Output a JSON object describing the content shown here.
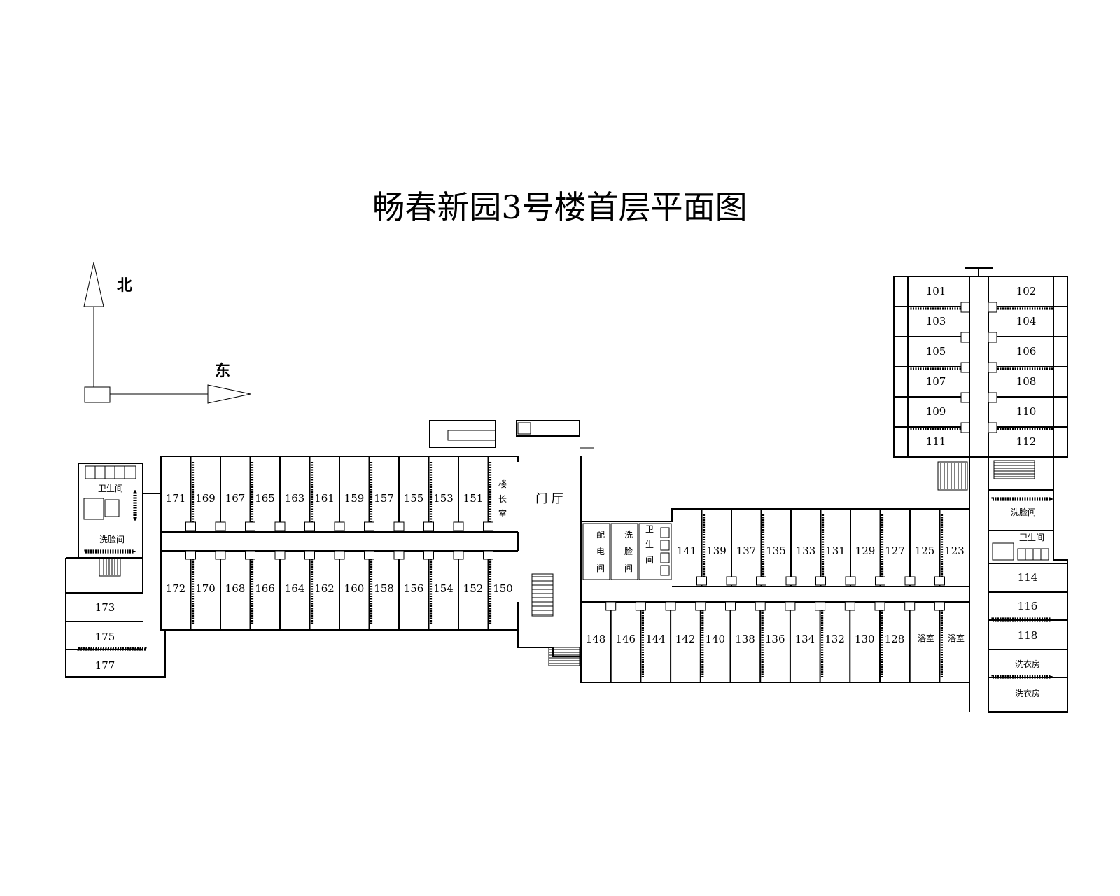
{
  "title": "畅春新园3号楼首层平面图",
  "compass": {
    "north": "北",
    "east": "东"
  },
  "colors": {
    "line": "#000000",
    "background": "#ffffff"
  },
  "labels": {
    "west_wc": "卫生间",
    "west_washroom": "洗脸间",
    "building_manager": [
      "楼",
      "长",
      "室"
    ],
    "lobby": "门 厅",
    "power_room": [
      "配",
      "电",
      "间"
    ],
    "mid_washroom": [
      "洗",
      "脸",
      "间"
    ],
    "mid_wc": [
      "卫",
      "生",
      "间"
    ],
    "east_washroom": "洗脸间",
    "east_wc": "卫生间",
    "shower": "浴室",
    "laundry": "洗衣房"
  },
  "rooms": {
    "west_north": [
      "171",
      "169",
      "167",
      "165",
      "163",
      "161",
      "159",
      "157",
      "155",
      "153",
      "151"
    ],
    "west_south": [
      "172",
      "170",
      "168",
      "166",
      "164",
      "162",
      "160",
      "158",
      "156",
      "154",
      "152",
      "150"
    ],
    "west_wing": [
      "173",
      "175",
      "177"
    ],
    "mid_north": [
      "141",
      "139",
      "137",
      "135",
      "133",
      "131",
      "129",
      "127",
      "125",
      "123"
    ],
    "mid_south": [
      "148",
      "146",
      "144",
      "142",
      "140",
      "138",
      "136",
      "134",
      "132",
      "130",
      "128"
    ],
    "tower_west": [
      "101",
      "103",
      "105",
      "107",
      "109",
      "111"
    ],
    "tower_east": [
      "102",
      "104",
      "106",
      "108",
      "110",
      "112"
    ],
    "east_wing": [
      "114",
      "116",
      "118"
    ]
  }
}
